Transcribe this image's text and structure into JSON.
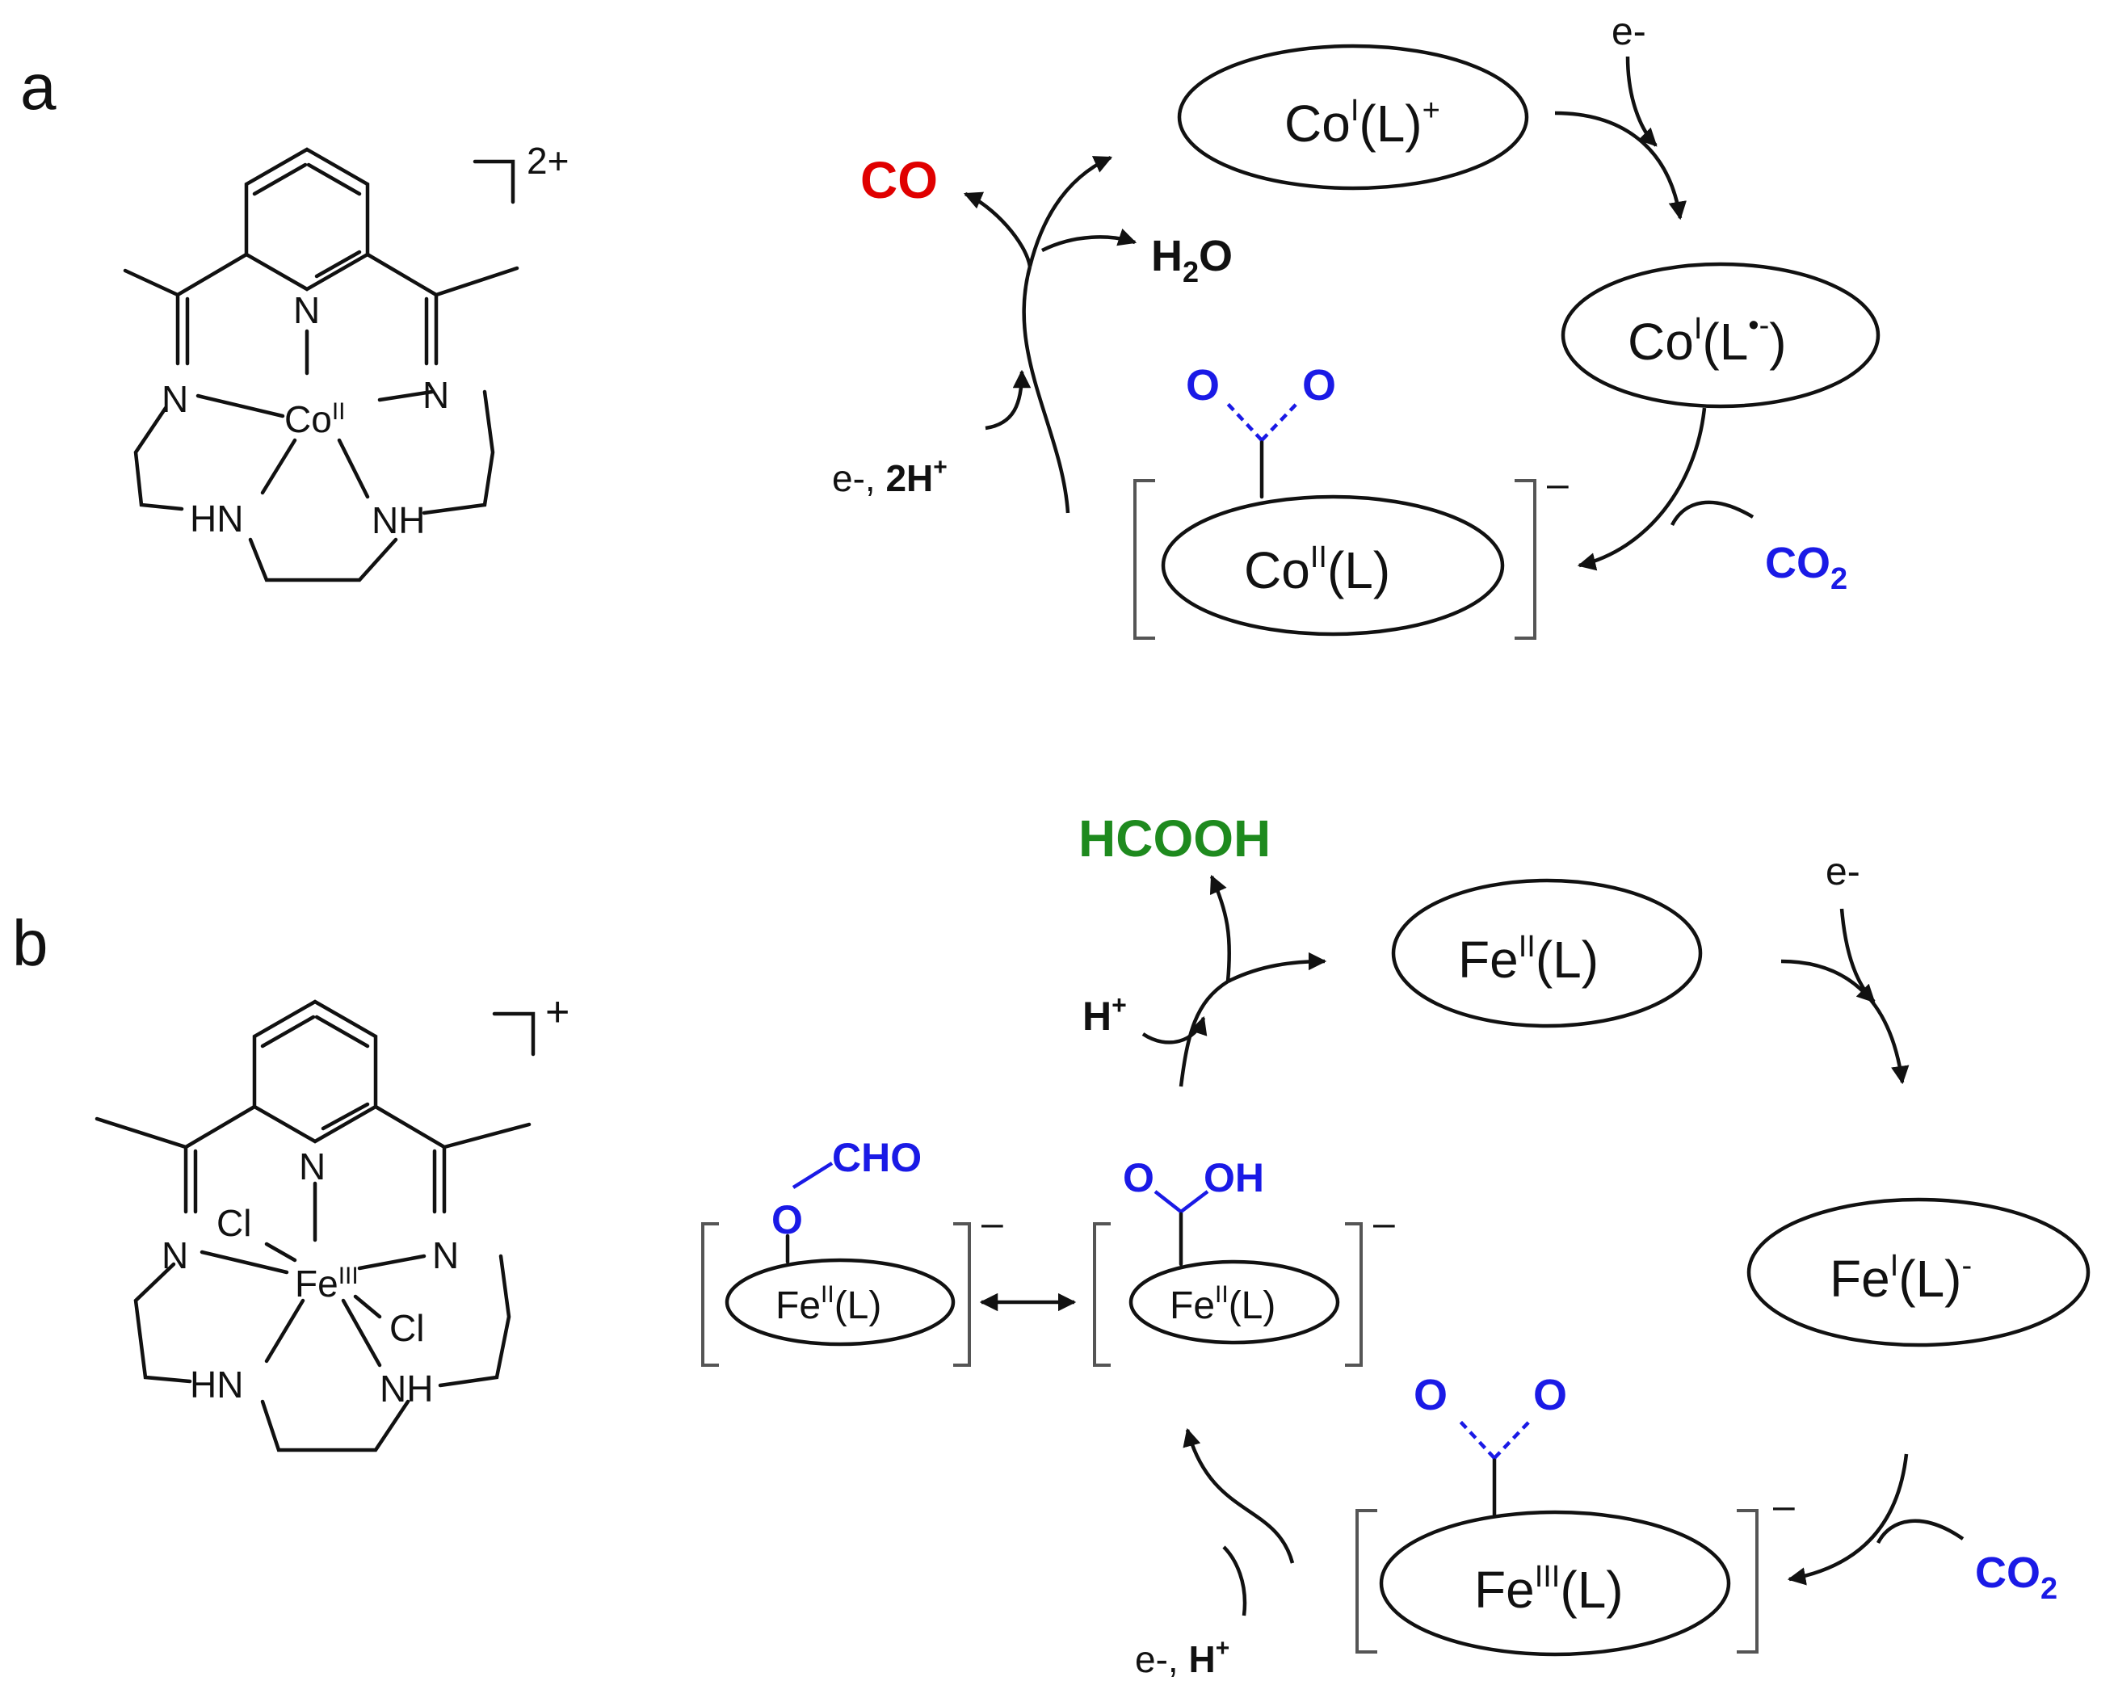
{
  "colors": {
    "ink": "#111111",
    "co_product": "#e00000",
    "co2_blue": "#1a1ae6",
    "formic_green": "#1e8a1e"
  },
  "panel_a": {
    "panel_label": "a",
    "complex": {
      "charge": "2+",
      "metal": "Co",
      "metal_ox": "II",
      "atoms": {
        "n_pyridine": "N",
        "n_imine_left": "N",
        "n_imine_right": "N",
        "nh_left": "HN",
        "nh_right": "NH"
      }
    },
    "cycle": {
      "species_top": {
        "metal": "Co",
        "ox": "I",
        "ligand": "(L)",
        "sup": "+"
      },
      "species_right": {
        "metal": "Co",
        "ox": "I",
        "ligand_open": "(L",
        "radical_sup": "•-",
        "close": ")"
      },
      "species_bottom": {
        "metal": "Co",
        "ox": "II",
        "ligand": "(L)",
        "bracket_charge": "–"
      },
      "adduct_o_left": "O",
      "adduct_o_right": "O",
      "electron_top": "e-",
      "co2": {
        "main": "CO",
        "sub": "2"
      },
      "reagents_left": {
        "e": "e-, ",
        "h": "2H",
        "sup": "+"
      },
      "product_co": "CO",
      "product_water": {
        "h": "H",
        "sub": "2",
        "o": "O"
      }
    }
  },
  "panel_b": {
    "panel_label": "b",
    "complex": {
      "charge": "+",
      "metal": "Fe",
      "metal_ox": "III",
      "atoms": {
        "n_pyridine": "N",
        "n_imine_left": "N",
        "n_imine_right": "N",
        "nh_left": "HN",
        "nh_right": "NH",
        "cl_top": "Cl",
        "cl_bottom": "Cl"
      }
    },
    "cycle": {
      "species_top": {
        "metal": "Fe",
        "ox": "II",
        "ligand": "(L)"
      },
      "species_right": {
        "metal": "Fe",
        "ox": "I",
        "ligand": "(L)",
        "sup": "-"
      },
      "species_bottom": {
        "metal": "Fe",
        "ox": "III",
        "ligand": "(L)",
        "bracket_charge": "–"
      },
      "species_hydroxy": {
        "metal": "Fe",
        "ox": "II",
        "ligand": "(L)",
        "bracket_charge": "–",
        "o": "O",
        "oh": "OH"
      },
      "species_formate": {
        "metal": "Fe",
        "ox": "II",
        "ligand": "(L)",
        "bracket_charge": "–",
        "o": "O",
        "cho": "CHO"
      },
      "adduct_o_left": "O",
      "adduct_o_right": "O",
      "electron_top": "e-",
      "co2": {
        "main": "CO",
        "sub": "2"
      },
      "reagents_bottom": {
        "e": "e-, ",
        "h": "H",
        "sup": "+"
      },
      "proton": {
        "h": "H",
        "sup": "+"
      },
      "product": "HCOOH"
    }
  }
}
